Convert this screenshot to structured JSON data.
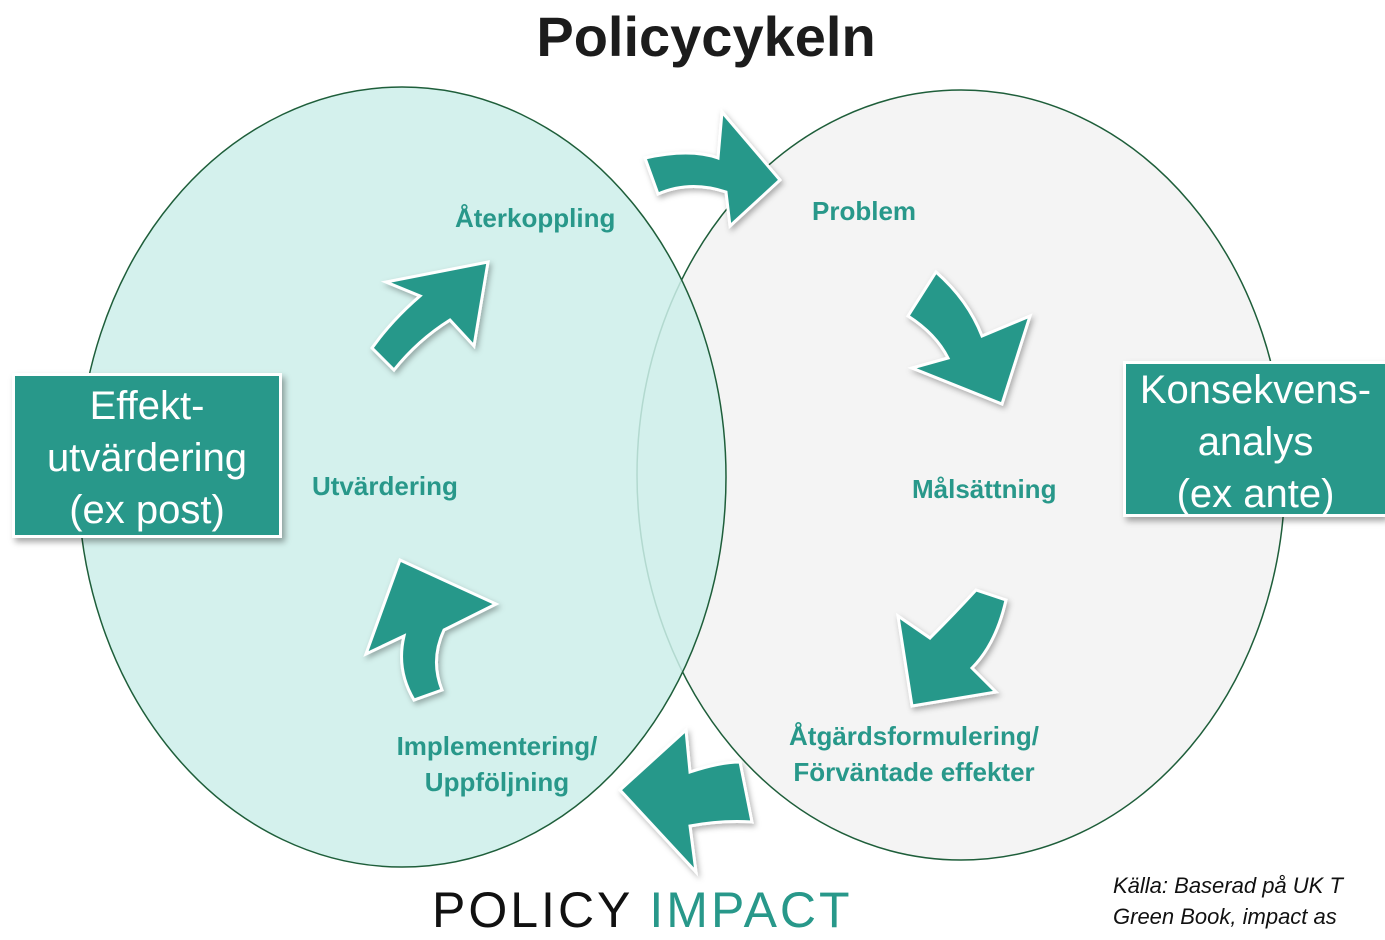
{
  "title": "Policycykeln",
  "stages": {
    "aterkoppling": "Återkoppling",
    "problem": "Problem",
    "utvardering": "Utvärdering",
    "malsattning": "Målsättning",
    "implementering_line1": "Implementering/",
    "implementering_line2": "Uppföljning",
    "atgard_line1": "Åtgärdsformulering/",
    "atgard_line2": "Förväntade effekter"
  },
  "left_box": {
    "line1": "Effekt-",
    "line2": "utvärdering",
    "line3": "(ex post)"
  },
  "right_box": {
    "line1": "Konsekvens-",
    "line2": "analys",
    "line3": "(ex ante)"
  },
  "logo": {
    "part1": "POLICY",
    "part2": "IMPACT"
  },
  "source": {
    "line1": "Källa: Baserad på UK T",
    "line2": "Green Book, impact as"
  },
  "colors": {
    "accent": "#28988a",
    "left_circle": "#d4f2ee",
    "right_circle": "#f4f4f4",
    "outline": "#1e5e3a"
  }
}
